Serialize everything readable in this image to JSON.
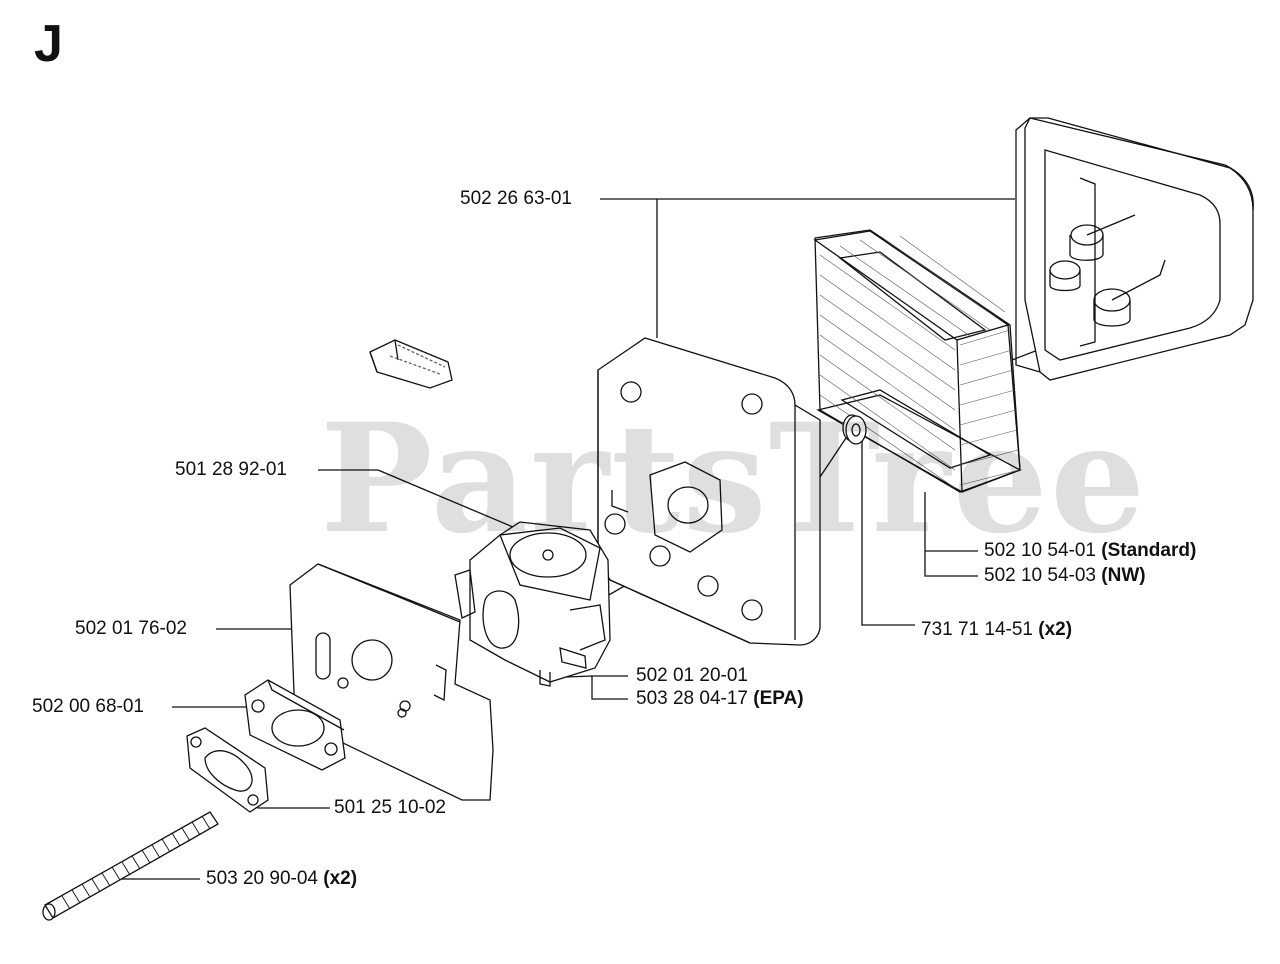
{
  "page": {
    "section_letter": "J",
    "watermark": "PartsTree"
  },
  "parts": [
    {
      "id": "air-filter-cover",
      "number": "502 26 63-01",
      "note": ""
    },
    {
      "id": "filter-small",
      "number": "501 28 92-01",
      "note": ""
    },
    {
      "id": "bracket",
      "number": "502 01 76-02",
      "note": ""
    },
    {
      "id": "intake-flange",
      "number": "502 00 68-01",
      "note": ""
    },
    {
      "id": "carburetor",
      "number": "502 01 20-01",
      "note": ""
    },
    {
      "id": "carburetor-epa",
      "number": "503 28 04-17",
      "note": "(EPA)"
    },
    {
      "id": "gasket",
      "number": "501 25 10-02",
      "note": ""
    },
    {
      "id": "stud-bolt",
      "number": "503 20 90-04",
      "note": "(x2)"
    },
    {
      "id": "air-filter-standard",
      "number": "502 10 54-01",
      "note": "(Standard)"
    },
    {
      "id": "air-filter-nw",
      "number": "502 10 54-03",
      "note": "(NW)"
    },
    {
      "id": "grommet",
      "number": "731 71 14-51",
      "note": "(x2)"
    }
  ]
}
